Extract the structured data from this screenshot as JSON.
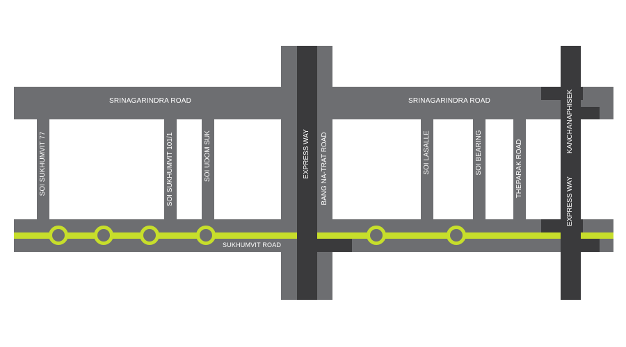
{
  "colors": {
    "road": "#6d6e71",
    "expressway": "#3a3a3c",
    "rail_line": "#c7de2b",
    "label_text": "#ffffff",
    "background": "#ffffff"
  },
  "roads": {
    "srinagarindra_left": "SRINAGARINDRA ROAD",
    "srinagarindra_right": "SRINAGARINDRA ROAD",
    "sukhumvit": "SUKHUMVIT ROAD",
    "soi_sukhumvit_77": "SOI SUKHUMVIT 77",
    "soi_sukhumvit_101_1": "SOI SUKHUMVIT 101/1",
    "soi_udom_suk": "SOI UDOM SUK",
    "express_way_center": "EXPRESS WAY",
    "bang_na_trat": "BANG NA-TRAT ROAD",
    "soi_lasalle": "SOI LASALLE",
    "soi_bearing": "SOI BEARING",
    "theparak": "THEPARAK ROAD",
    "kanchanaphisek": "KANCHANAPHISEK",
    "express_way_right": "EXPRESS WAY"
  },
  "stations_count_visible": 6
}
